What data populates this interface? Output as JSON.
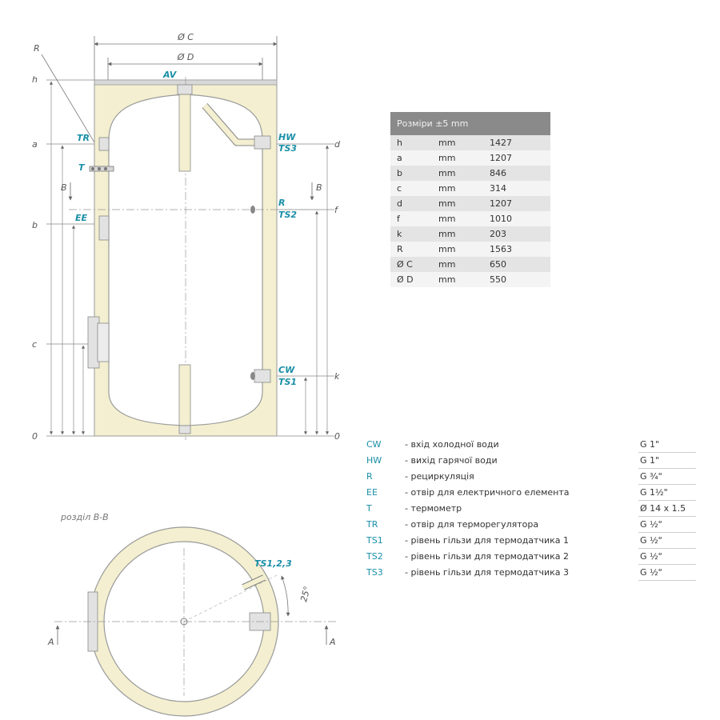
{
  "drawing": {
    "dims": {
      "dC": "Ø C",
      "dD": "Ø D",
      "R": "R",
      "h": "h",
      "a": "a",
      "b": "b",
      "c": "c",
      "zeroL": "0",
      "d": "d",
      "f": "f",
      "k": "k",
      "zeroR": "0"
    },
    "connections": {
      "AV": "AV",
      "TR": "TR",
      "T": "T",
      "EE": "EE",
      "HW": "HW",
      "TS3": "TS3",
      "R": "R",
      "TS2": "TS2",
      "CW": "CW",
      "TS1": "TS1"
    },
    "section_marks": {
      "B_left": "B",
      "B_right": "B",
      "A_left": "A",
      "A_right": "A"
    },
    "section_title": "розділ B-B",
    "section_sensor": "TS1,2,3",
    "section_angle": "25°"
  },
  "table": {
    "header": "Розміри ±5 mm",
    "rows": [
      {
        "label": "h",
        "unit": "mm",
        "value": "1427"
      },
      {
        "label": "a",
        "unit": "mm",
        "value": "1207"
      },
      {
        "label": "b",
        "unit": "mm",
        "value": "846"
      },
      {
        "label": "c",
        "unit": "mm",
        "value": "314"
      },
      {
        "label": "d",
        "unit": "mm",
        "value": "1207"
      },
      {
        "label": "f",
        "unit": "mm",
        "value": "1010"
      },
      {
        "label": "k",
        "unit": "mm",
        "value": "203"
      },
      {
        "label": "R",
        "unit": "mm",
        "value": "1563"
      },
      {
        "label": "Ø C",
        "unit": "mm",
        "value": "650"
      },
      {
        "label": "Ø D",
        "unit": "mm",
        "value": "550"
      }
    ]
  },
  "legend": [
    {
      "code": "CW",
      "desc": "- вхід холодної води",
      "size": "G 1\""
    },
    {
      "code": "HW",
      "desc": "- вихід гарячої води",
      "size": "G 1\""
    },
    {
      "code": "R",
      "desc": "- рециркуляція",
      "size": "G ¾\""
    },
    {
      "code": "EE",
      "desc": "- отвір для електричного елемента",
      "size": "G 1½\""
    },
    {
      "code": "T",
      "desc": "- термометр",
      "size": "Ø 14 x 1.5"
    },
    {
      "code": "TR",
      "desc": "- отвір для терморегулятора",
      "size": "G ½\""
    },
    {
      "code": "TS1",
      "desc": "- рівень гільзи для термодатчика 1",
      "size": "G ½\""
    },
    {
      "code": "TS2",
      "desc": "- рівень гільзи для термодатчика 2",
      "size": "G ½\""
    },
    {
      "code": "TS3",
      "desc": "- рівень гільзи для термодатчика 3",
      "size": "G ½\""
    }
  ],
  "colors": {
    "insulation": "#f3efd0",
    "tank": "#ffffff",
    "accent": "#1a8fa6",
    "line": "#8a8a8a"
  }
}
